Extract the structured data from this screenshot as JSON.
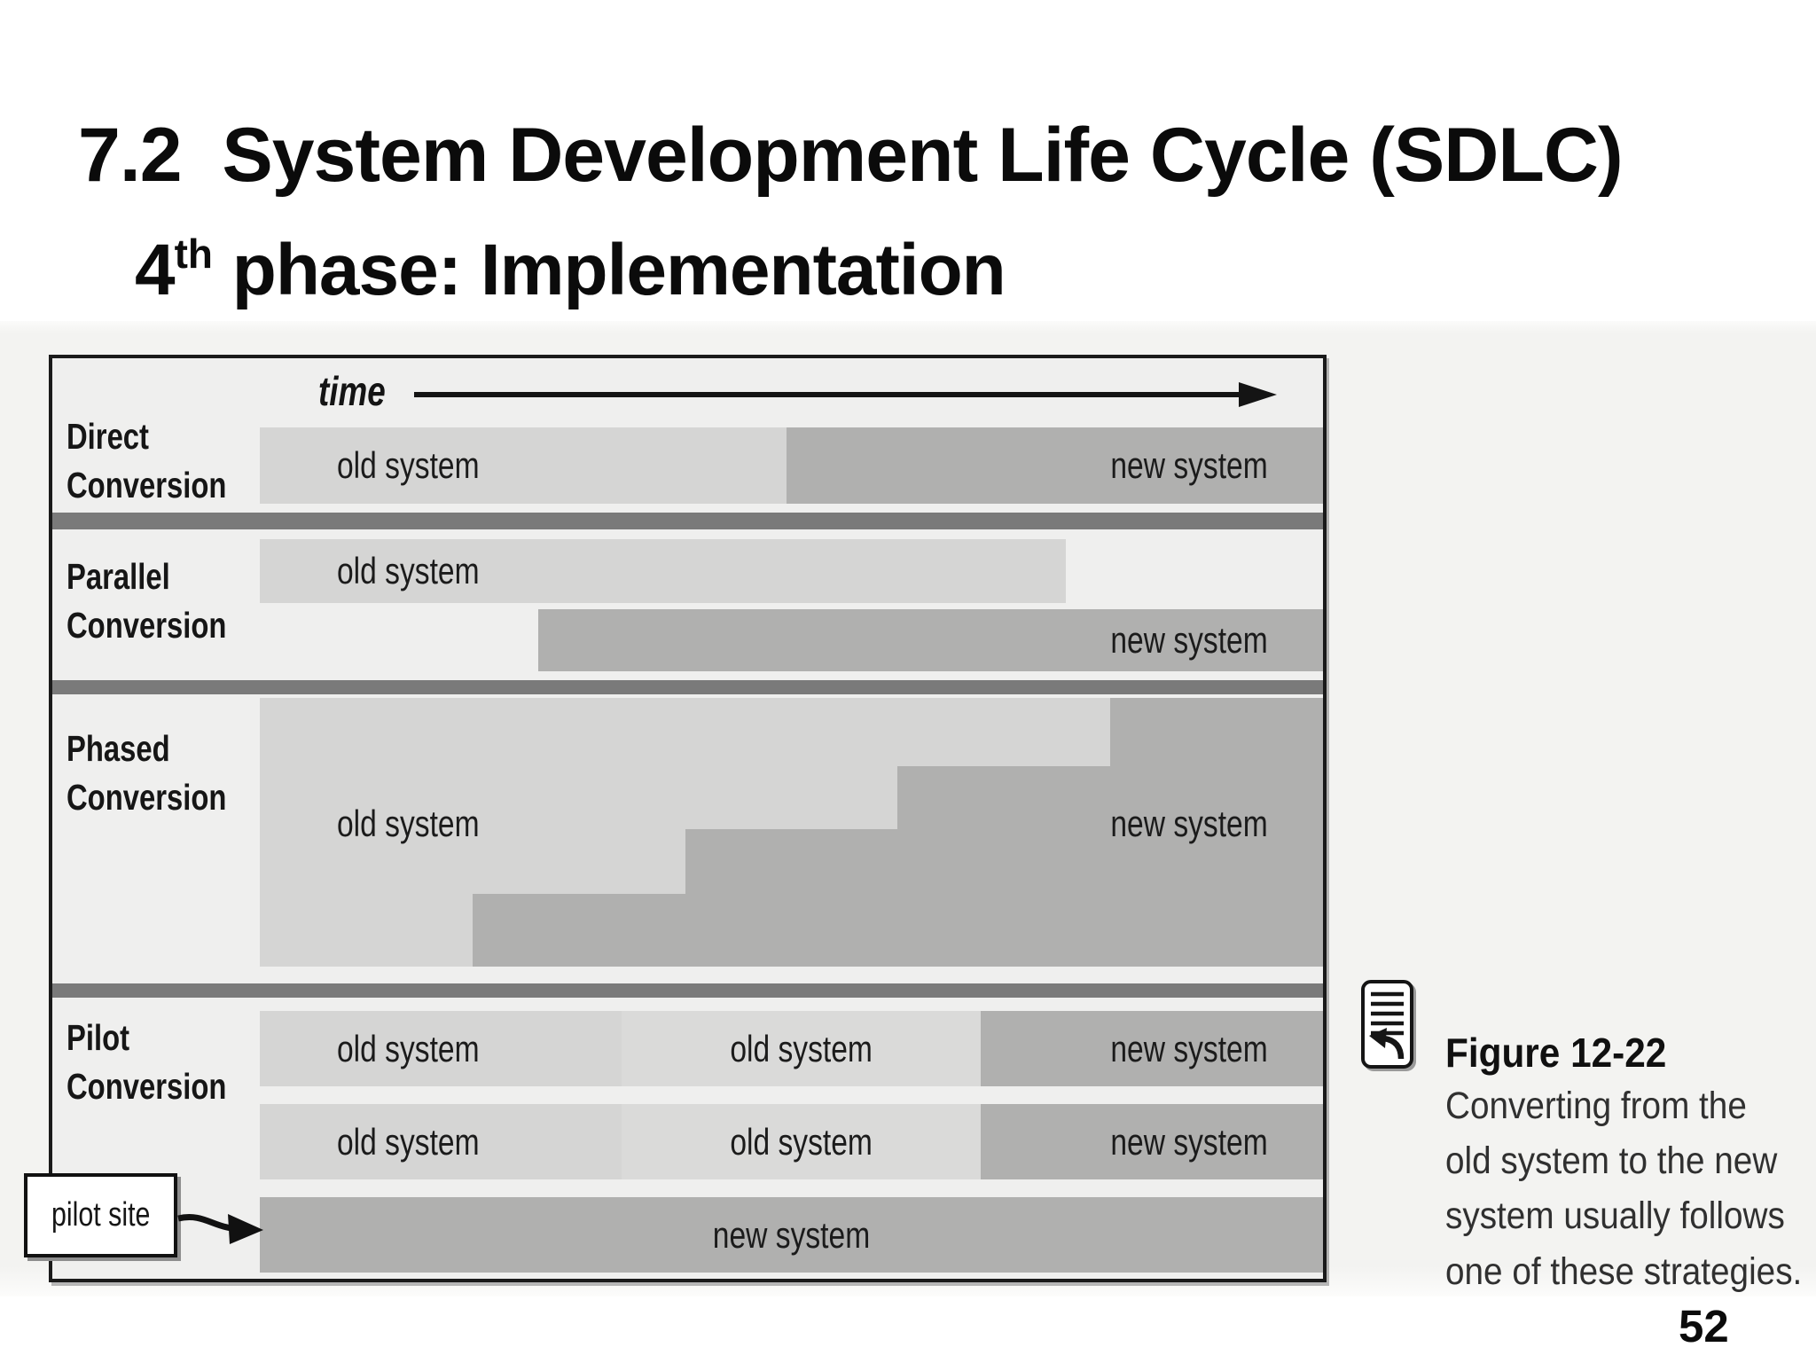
{
  "slide": {
    "title": "7.2  System Development Life Cycle (SDLC)",
    "subtitle": {
      "number": "4",
      "ordinal": "th",
      "rest": " phase: Implementation"
    },
    "page_number": "52"
  },
  "figure": {
    "time_label": "time",
    "labels": {
      "old": "old system",
      "new": "new system"
    },
    "rows": [
      {
        "name": "Direct Conversion",
        "line1": "Direct",
        "line2": "Conversion",
        "segments": [
          {
            "label": "old system",
            "tone": "light",
            "span_pct": [
              0,
              49.5
            ]
          },
          {
            "label": "new system",
            "tone": "dark",
            "span_pct": [
              49.5,
              100
            ]
          }
        ]
      },
      {
        "name": "Parallel Conversion",
        "line1": "Parallel",
        "line2": "Conversion",
        "segments": [
          {
            "label": "old system",
            "tone": "light",
            "track": "top",
            "span_pct": [
              0,
              75.8
            ]
          },
          {
            "label": "new system",
            "tone": "dark",
            "track": "bottom",
            "span_pct": [
              26.2,
              100
            ]
          }
        ]
      },
      {
        "name": "Phased Conversion",
        "line1": "Phased",
        "line2": "Conversion",
        "segments": [
          {
            "label": "old system",
            "tone": "light",
            "shape": "upper-left staircase"
          },
          {
            "label": "new system",
            "tone": "dark",
            "shape": "lower-right staircase",
            "step_left_pct": [
              20,
              40,
              60,
              80
            ],
            "step_top_pct": [
              73,
              49,
              25.5,
              0
            ]
          }
        ]
      },
      {
        "name": "Pilot Conversion",
        "line1": "Pilot",
        "line2": "Conversion",
        "tracks": [
          [
            {
              "label": "old system"
            },
            {
              "label": "old system"
            },
            {
              "label": "new system",
              "tone": "dark",
              "start_pct": 67.8
            }
          ],
          [
            {
              "label": "old system"
            },
            {
              "label": "old system"
            },
            {
              "label": "new system",
              "tone": "dark",
              "start_pct": 67.8
            }
          ],
          [
            {
              "label": "new system",
              "tone": "dark",
              "span_pct": [
                0,
                100
              ]
            }
          ]
        ]
      }
    ],
    "pilot_site_label": "pilot site",
    "caption": {
      "title": "Figure 12-22",
      "lines": [
        "Converting from the",
        "old system to the new",
        "system usually follows",
        "one of these strategies."
      ]
    },
    "colors": {
      "panel_bg": "#efefee",
      "old_bar": "#d5d5d4",
      "new_bar": "#b0b0af",
      "separator": "#7a7a7a",
      "panel_border": "#1a1a1a",
      "background_band": "#f3f3f1"
    }
  }
}
